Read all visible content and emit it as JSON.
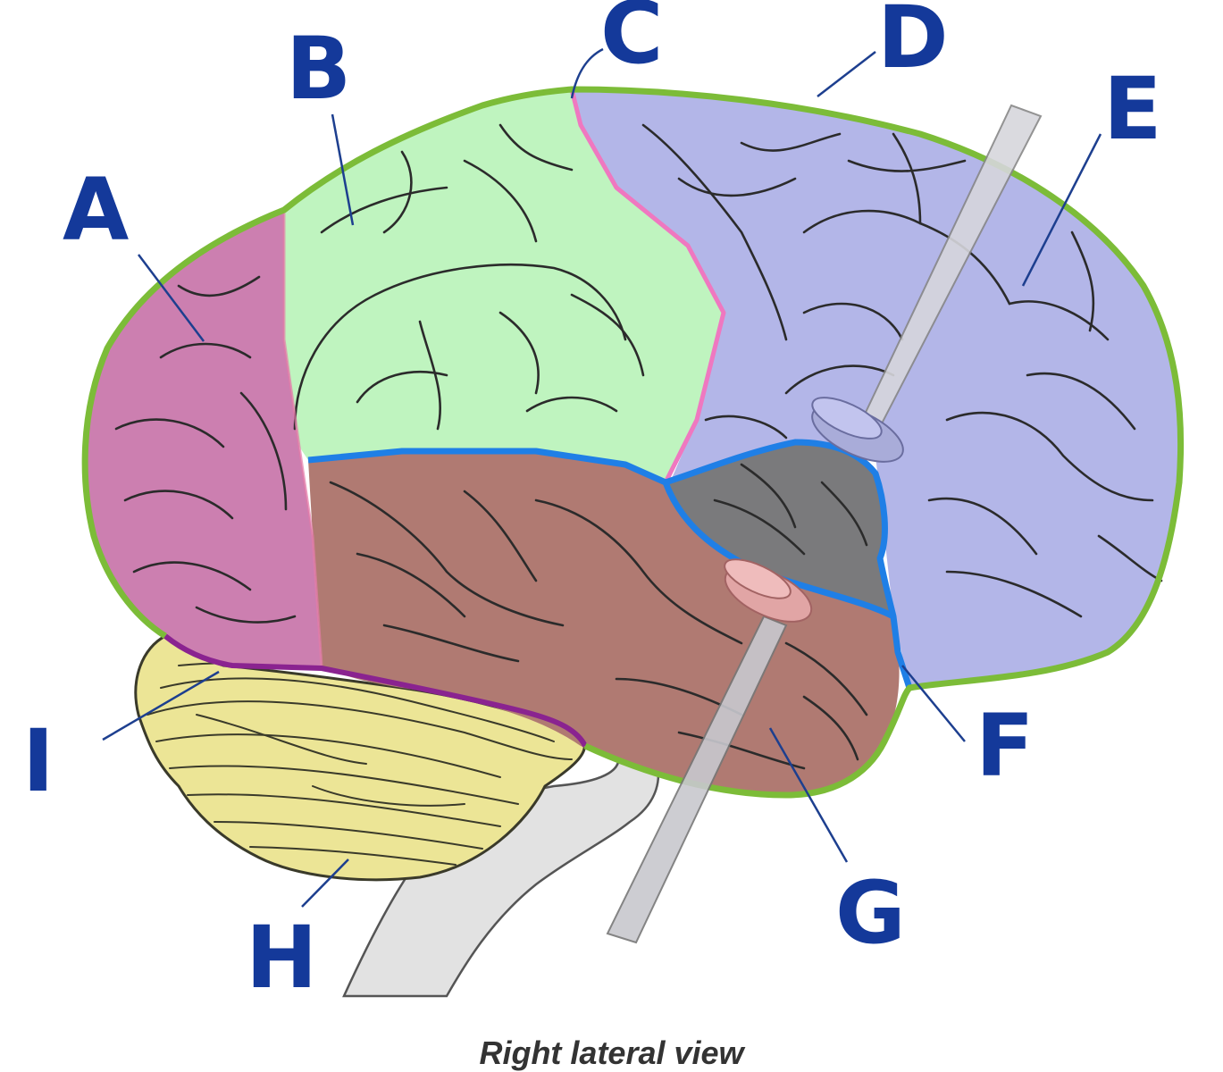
{
  "diagram": {
    "caption": "Right lateral view",
    "labels": [
      "A",
      "B",
      "C",
      "D",
      "E",
      "F",
      "G",
      "H",
      "I"
    ],
    "colors": {
      "label_blue": "#14399a",
      "occipital_pink": "#cc7fb0",
      "parietal_green": "#bff4bf",
      "frontal_purple": "#b3b6e8",
      "temporal_brown": "#b07a72",
      "insula_gray": "#7a7a7c",
      "cerebellum_yellow": "#ece596",
      "outline_green": "#7cbc38",
      "sulcus_blue": "#1f7fe6",
      "central_sulcus_pink": "#ef78c0",
      "tentorium_purple": "#8a2390",
      "brainstem_gray": "#e2e2e2"
    }
  }
}
